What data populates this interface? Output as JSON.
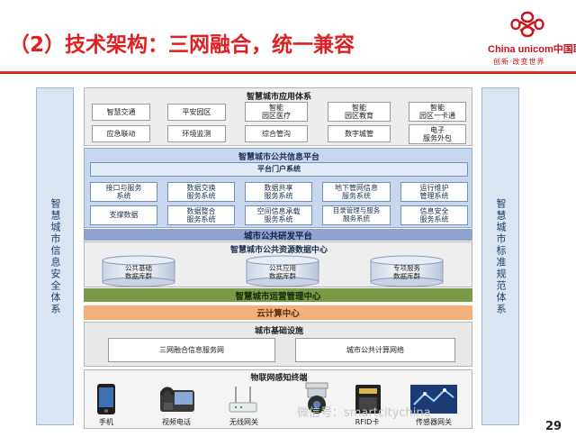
{
  "slide": {
    "title": "（2）技术架构：三网融合，统一兼容",
    "page_number": "29",
    "watermark": "微信号：smartcitychina"
  },
  "logo": {
    "brand": "China unicom中国联通",
    "slogan": "创新·改变世界",
    "accent_color": "#c8141e"
  },
  "left_sidebar": {
    "label": "智慧城市信息安全体系"
  },
  "right_sidebar": {
    "label": "智慧城市标准规范体系"
  },
  "app_layer": {
    "title": "智慧城市应用体系",
    "rows": [
      [
        "智慧交通",
        "平安园区",
        "智能\n园区医疗",
        "智能\n园区教育",
        "智能\n园区一卡通"
      ],
      [
        "应急联动",
        "环境监测",
        "综合管沟",
        "数字城管",
        "电子\n服务外包"
      ]
    ]
  },
  "info_platform": {
    "title": "智慧城市公共信息平台",
    "portal": "平台门户系统",
    "rows": [
      [
        "接口与服务\n系统",
        "数据交换\n服务系统",
        "数据共享\n服务系统",
        "地下管网信息\n服务系统",
        "运行维护\n管理系统"
      ],
      [
        "支撑数据",
        "数据整合\n服务系统",
        "空间信息承载\n服务系统",
        "目录管理与服务\n服务系统",
        "信息安全\n服务系统"
      ]
    ]
  },
  "rd_platform": {
    "title": "城市公共研发平台"
  },
  "data_center": {
    "title": "智慧城市公共资源数据中心",
    "clusters": [
      "公共基础\n数据库群",
      "公共应用\n数据库群",
      "专项服务\n数据库群"
    ]
  },
  "ops_center": {
    "title": "智慧城市运营管理中心"
  },
  "cloud_center": {
    "title": "云计算中心"
  },
  "infrastructure": {
    "title": "城市基础设施",
    "networks": [
      "三网融合信息服务网",
      "城市公共计算网络"
    ]
  },
  "iot": {
    "title": "物联网感知终端",
    "devices": [
      "手机",
      "视频电话",
      "无线网关",
      "",
      "RFID卡",
      "传感器网关"
    ]
  }
}
